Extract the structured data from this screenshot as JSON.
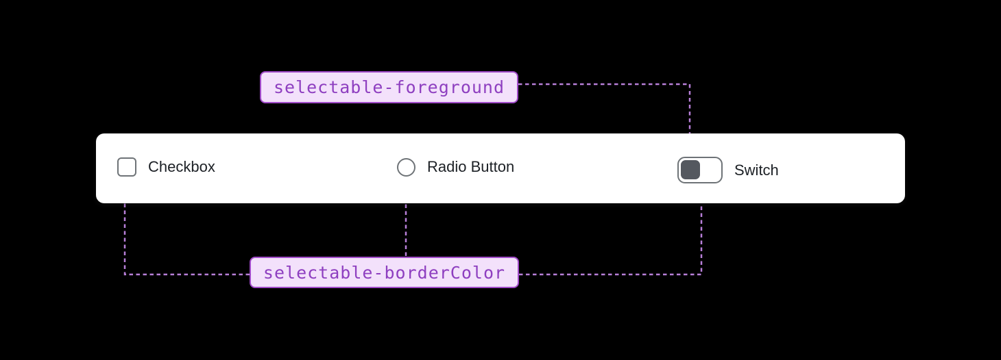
{
  "diagram": {
    "description": "Design token annotation diagram for selectable controls"
  },
  "panel": {
    "controls": [
      {
        "type": "checkbox",
        "label": "Checkbox",
        "state": "unchecked"
      },
      {
        "type": "radio",
        "label": "Radio Button",
        "state": "unselected"
      },
      {
        "type": "switch",
        "label": "Switch",
        "state": "off"
      }
    ]
  },
  "tokens": {
    "foreground": {
      "label": "selectable-foreground"
    },
    "borderColor": {
      "label": "selectable-borderColor"
    }
  },
  "colors": {
    "background": "#000000",
    "panel_background": "#ffffff",
    "token_background": "#f3e1fb",
    "token_border": "#a14bc9",
    "token_text": "#8e3fc0",
    "connector_line": "#b87fd9",
    "connector_arrow": "#ae67d1",
    "control_border": "#6e7377",
    "switch_thumb": "#54585f",
    "control_label_text": "#1c2025"
  }
}
